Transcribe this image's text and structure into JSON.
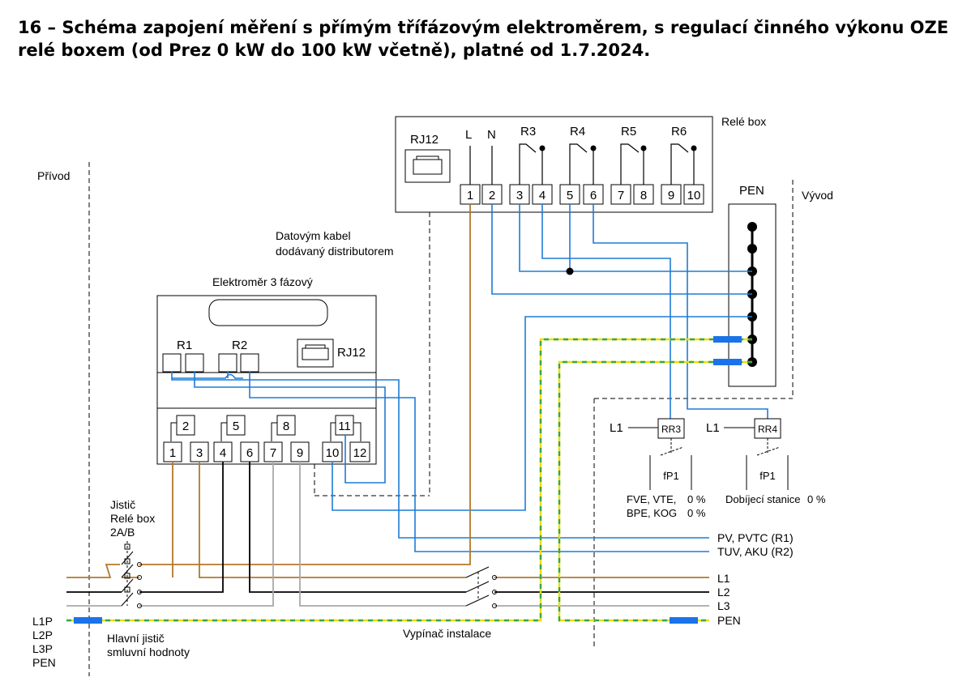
{
  "title": {
    "line1": "16 – Schéma zapojení měření s přímým třífázovým elektroměrem, s regulací činného výkonu OZE",
    "line2": "relé boxem (od Prez 0 kW do 100 kW včetně), platné od 1.7.2024."
  },
  "labels": {
    "privod": "Přívod",
    "vyvod": "Vývod",
    "rele_box": "Relé box",
    "pen_bar": "PEN",
    "datovy_kabel_1": "Datovým kabel",
    "datovy_kabel_2": "dodávaný distributorem",
    "elektromer": "Elektroměr 3 fázový",
    "rj12": "RJ12",
    "jistic_1": "Jistič",
    "jistic_2": "Relé box",
    "jistic_3": "2A/B",
    "hlavni_jistic_1": "Hlavní jistič",
    "hlavni_jistic_2": "smluvní hodnoty",
    "vypinac": "Vypínač instalace",
    "l1p": "L1P",
    "l2p": "L2P",
    "l3p": "L3P",
    "pen_in": "PEN",
    "l1": "L1",
    "l2": "L2",
    "l3": "L3",
    "pen_out": "PEN",
    "pv": "PV, PVTC (R1)",
    "tuv": "TUV, AKU (R2)",
    "fve": "FVE, VTE,",
    "bpe": "BPE, KOG",
    "pct_1": "0 %",
    "pct_2": "0 %",
    "dobijeci": "Dobíjecí stanice",
    "pct_3": "0 %",
    "rr3": "RR3",
    "rr4": "RR4",
    "fp1_a": "fP1",
    "fp1_b": "fP1",
    "l1_rr3": "L1",
    "l1_rr4": "L1"
  },
  "relay_box": {
    "top_labels": [
      "L",
      "N",
      "R3",
      "R4",
      "R5",
      "R6"
    ],
    "terminals": [
      "1",
      "2",
      "3",
      "4",
      "5",
      "6",
      "7",
      "8",
      "9",
      "10"
    ]
  },
  "meter": {
    "relays": [
      "R1",
      "R2"
    ],
    "upper_terminals": [
      "2",
      "5",
      "8",
      "11"
    ],
    "lower_terminals": [
      "1",
      "3",
      "4",
      "6",
      "7",
      "9",
      "10",
      "12"
    ]
  },
  "colors": {
    "blue": "#1f7bd6",
    "brown": "#b5772c",
    "black": "#000000",
    "grey": "#a9a9a9",
    "pen_yellow": "#e8e000",
    "pen_green": "#3aa64a",
    "pen_block": "#1a73e8"
  }
}
